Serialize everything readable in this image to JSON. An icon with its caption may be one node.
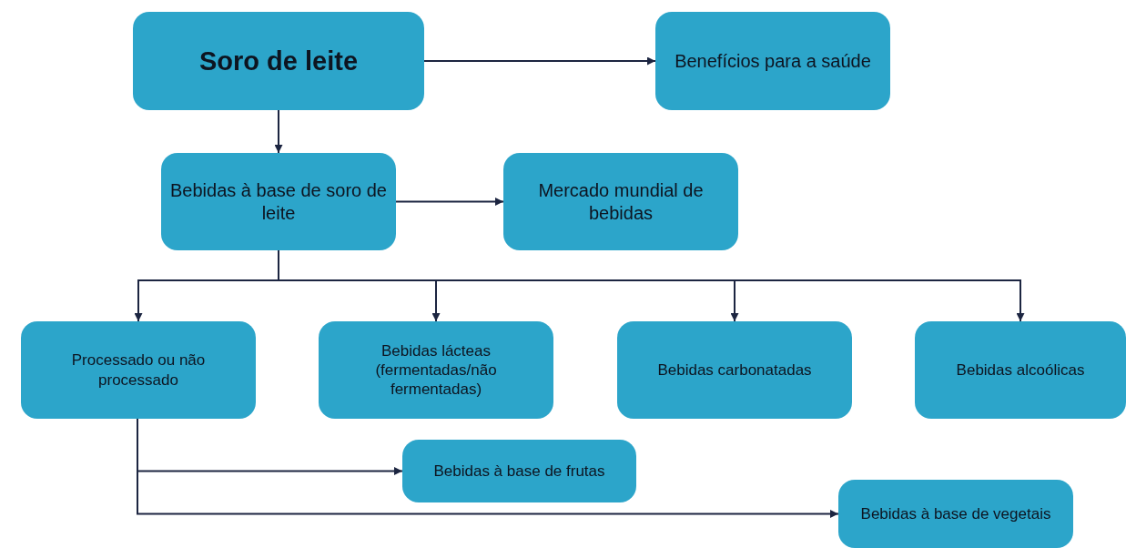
{
  "diagram": {
    "nodes": [
      {
        "text": [
          "Soro de leite"
        ]
      },
      {
        "text": [
          "Benefícios para a saúde"
        ]
      },
      {
        "text": [
          "Bebidas à base de soro de leite"
        ]
      },
      {
        "text": [
          "Mercado mundial de bebidas"
        ]
      },
      {
        "text": [
          "Processado ou não processado"
        ]
      },
      {
        "text": [
          "Bebidas lácteas (fermentadas/não fermentadas)"
        ]
      },
      {
        "text": [
          "Bebidas carbonatadas"
        ]
      },
      {
        "text": [
          "Bebidas alcoólicas"
        ]
      },
      {
        "text": [
          "Bebidas à base de frutas"
        ]
      },
      {
        "text": [
          "Bebidas à base de vegetais"
        ]
      }
    ],
    "edges": [
      {
        "from": 0,
        "to": 1,
        "arrow": "to"
      },
      {
        "from": 0,
        "to": 2,
        "arrow": "to"
      },
      {
        "from": 2,
        "to": 3,
        "arrow": "to"
      },
      {
        "from": 2,
        "to": 4,
        "arrow": "to"
      },
      {
        "from": 2,
        "to": 5,
        "arrow": "to"
      },
      {
        "from": 2,
        "to": 6,
        "arrow": "to"
      },
      {
        "from": 2,
        "to": 7,
        "arrow": "to"
      },
      {
        "from": 4,
        "to": 8,
        "arrow": "to"
      },
      {
        "from": 4,
        "to": 9,
        "arrow": "to"
      }
    ]
  }
}
